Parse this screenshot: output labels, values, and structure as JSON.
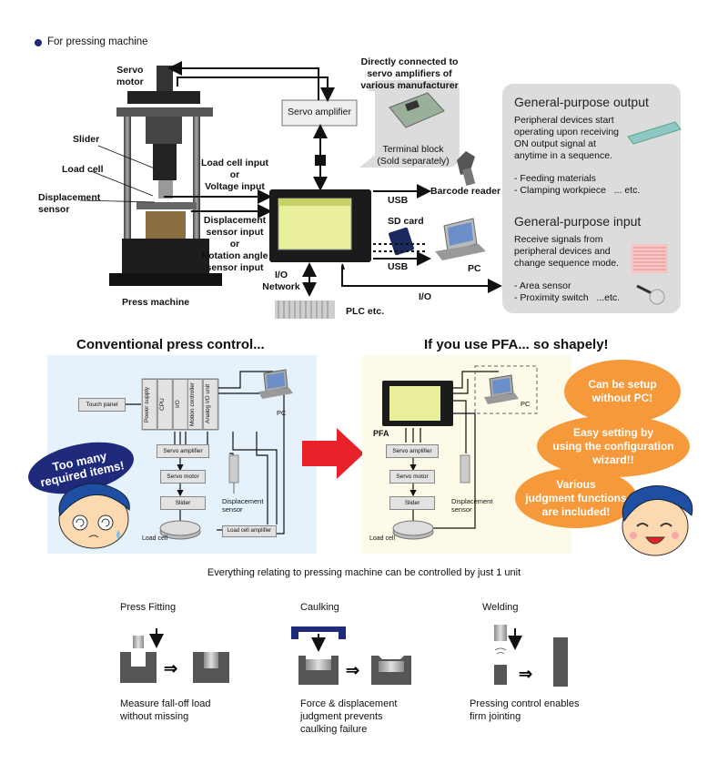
{
  "header": {
    "bullet_label": "For pressing machine"
  },
  "top": {
    "servo_motor": "Servo\nmotor",
    "slider": "Slider",
    "load_cell": "Load cell",
    "displacement_sensor": "Displacement\nsensor",
    "press_machine": "Press machine",
    "servo_amplifier": "Servo amplifier",
    "direct_connect": "Directly connected to\nservo amplifiers of\nvarious manufacturer",
    "terminal_block": "Terminal block\n(Sold separately)",
    "load_cell_input": "Load cell input\nor\nVoltage input",
    "disp_input": "Displacement\nsensor input\nor\nRotation angle\nsensor input",
    "usb_1": "USB",
    "barcode": "Barcode reader",
    "sd_card": "SD card",
    "usb_2": "USB",
    "pc": "PC",
    "io_network": "I/O\nNetwork",
    "plc": "PLC etc.",
    "io": "I/O"
  },
  "gp_output": {
    "title": "General-purpose output",
    "desc": "Peripheral devices start\noperating upon receiving\nON output signal at\nanytime in a sequence.",
    "items": "- Feeding materials\n- Clamping workpiece   ... etc."
  },
  "gp_input": {
    "title": "General-purpose input",
    "desc": "Receive signals from\nperipheral devices and\nchange sequence mode.",
    "items": "- Area sensor\n- Proximity switch   ...etc."
  },
  "conventional": {
    "heading": "Conventional press control...",
    "touch_panel": "Touch panel",
    "modules": [
      "Power supply",
      "CPU",
      "I/O",
      "Motion controller",
      "Analog I/O unit"
    ],
    "servo_amplifier": "Servo amplifier",
    "servo_motor": "Servo motor",
    "slider": "Slider",
    "disp_sensor": "Displacement\nsensor",
    "load_cell": "Load cell",
    "load_cell_amp": "Load cell amplifier",
    "pc": "PC",
    "badge": "Too many\nrequired items!"
  },
  "pfa": {
    "heading": "If you use PFA... so shapely!",
    "pfa_label": "PFA",
    "pc": "PC",
    "servo_amplifier": "Servo amplifier",
    "servo_motor": "Servo motor",
    "slider": "Slider",
    "disp_sensor": "Displacement\nsensor",
    "load_cell": "Load cell",
    "bubble_1": "Can be setup\nwithout PC!",
    "bubble_2": "Easy setting by\nusing the configuration\nwizard!!",
    "bubble_3": "Various\njudgment functions\nare included!"
  },
  "summary": "Everything relating to pressing machine can be controlled by just 1 unit",
  "applications": [
    {
      "title": "Press Fitting",
      "desc": "Measure fall-off load\nwithout missing"
    },
    {
      "title": "Caulking",
      "desc": "Force & displacement\njudgment prevents\ncaulking failure"
    },
    {
      "title": "Welding",
      "desc": "Pressing control enables\nfirm jointing"
    }
  ],
  "colors": {
    "accent_orange": "#f5993a",
    "arrow_red": "#e8202a",
    "navy": "#1f2a7a",
    "panel_blue": "#e6f2fb",
    "panel_yellow": "#fdfbe7"
  }
}
